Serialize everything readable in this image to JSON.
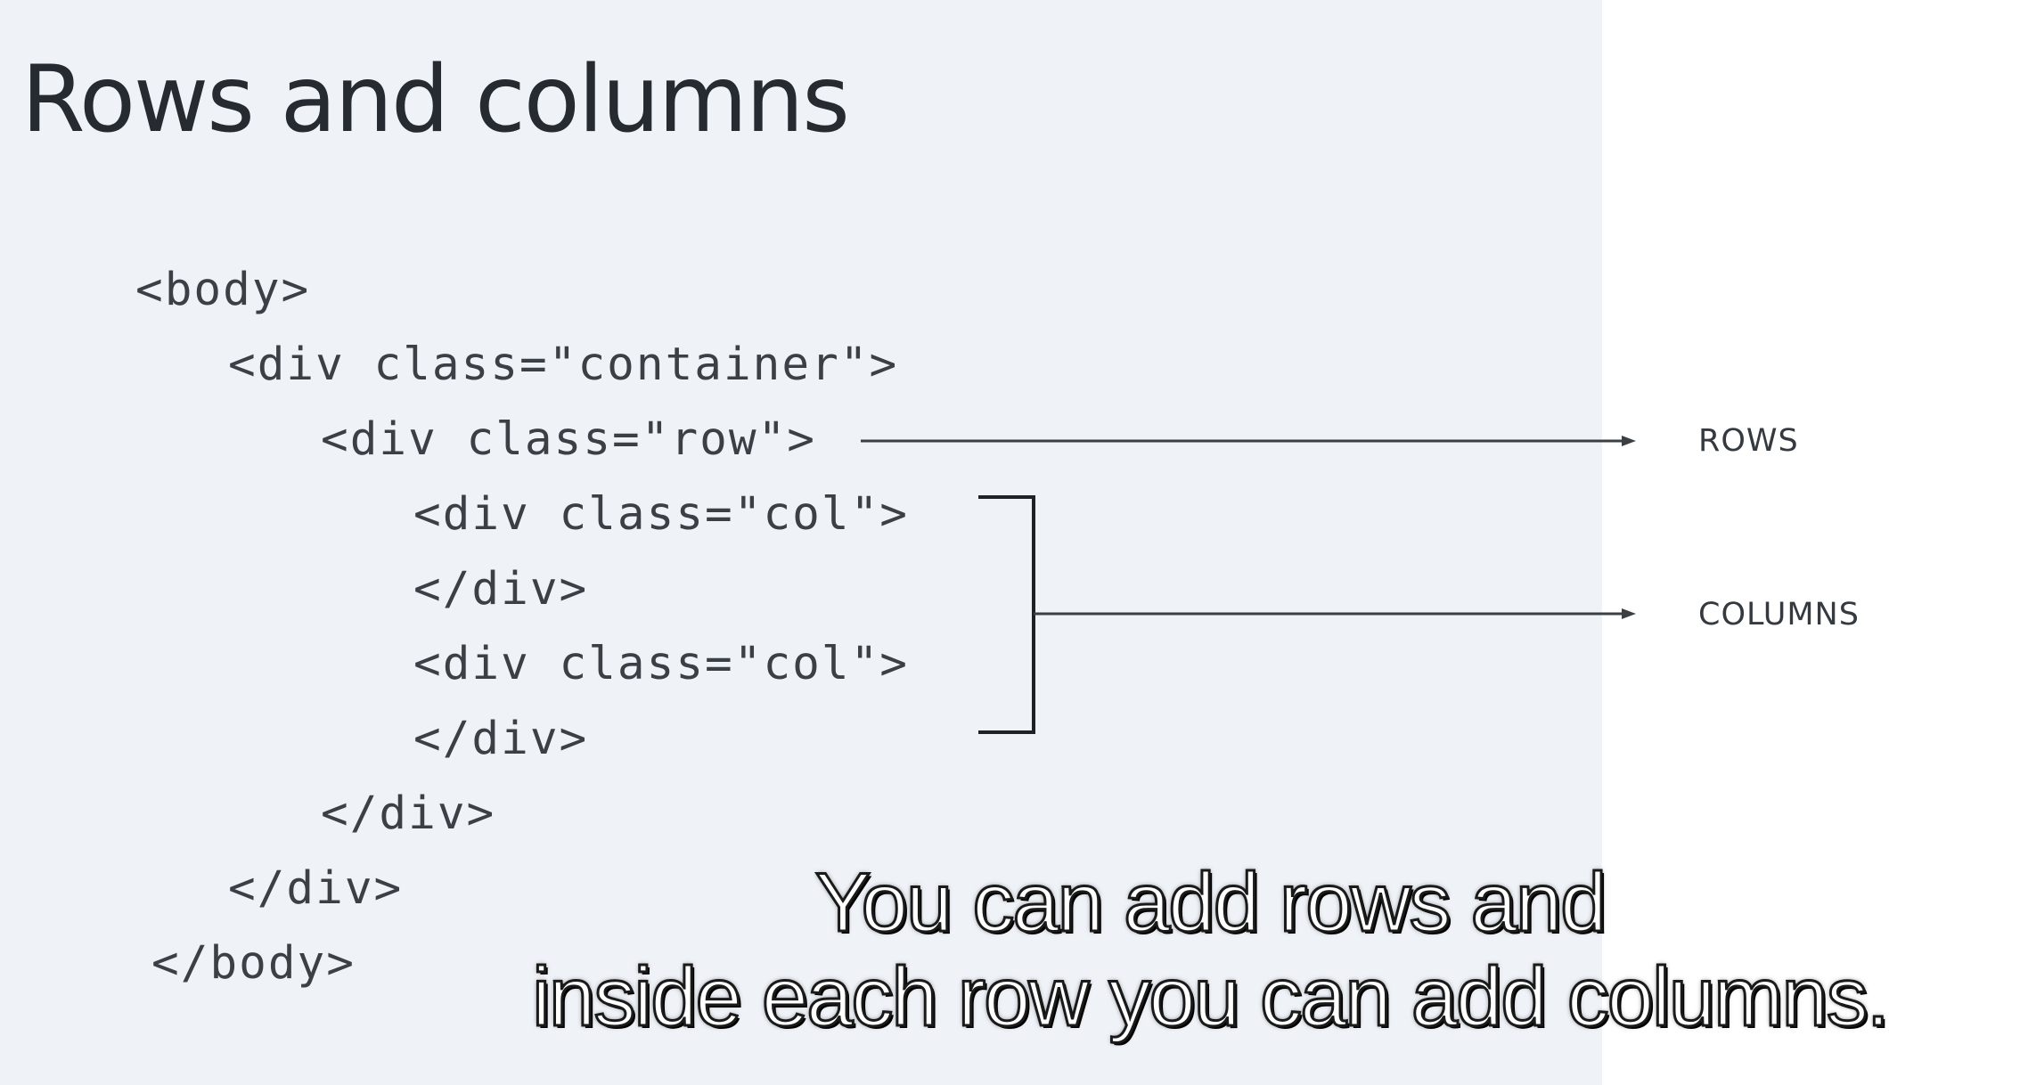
{
  "slide": {
    "title": "Rows and columns",
    "code_lines": [
      "<body>",
      "<div class=\"container\">",
      "<div class=\"row\">",
      "<div class=\"col\">",
      "</div>",
      "<div class=\"col\">",
      "</div>",
      "</div>",
      "</div>",
      "</body>"
    ],
    "labels": {
      "rows": "ROWS",
      "columns": "COLUMNS"
    }
  },
  "caption": {
    "line1": "You can add rows and",
    "line2": "inside each row you can add columns."
  },
  "colors": {
    "panel_background": "#eff3f8",
    "code_text": "#3b4046",
    "title_text": "#252b30"
  }
}
